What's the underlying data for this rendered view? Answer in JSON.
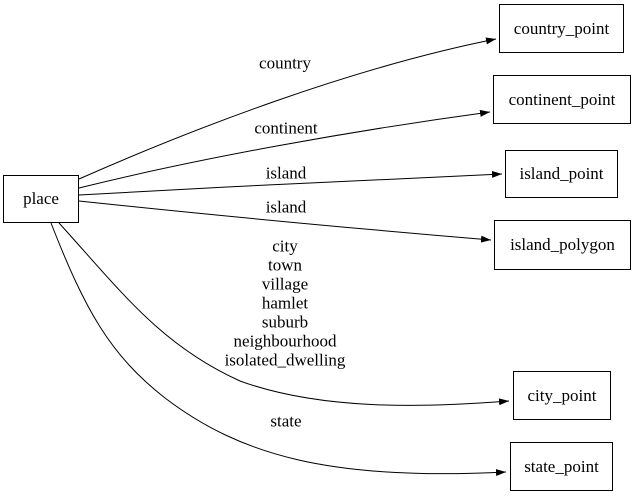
{
  "diagram": {
    "background_color": "#ffffff",
    "line_color": "#000000",
    "type": "directed-graph"
  },
  "nodes": [
    {
      "id": "place",
      "label": "place"
    },
    {
      "id": "country_point",
      "label": "country_point"
    },
    {
      "id": "continent_point",
      "label": "continent_point"
    },
    {
      "id": "island_point",
      "label": "island_point"
    },
    {
      "id": "island_polygon",
      "label": "island_polygon"
    },
    {
      "id": "city_point",
      "label": "city_point"
    },
    {
      "id": "state_point",
      "label": "state_point"
    }
  ],
  "edges": [
    {
      "from": "place",
      "to": "country_point",
      "label": "country"
    },
    {
      "from": "place",
      "to": "continent_point",
      "label": "continent"
    },
    {
      "from": "place",
      "to": "island_point",
      "label": "island"
    },
    {
      "from": "place",
      "to": "island_polygon",
      "label": "island"
    },
    {
      "from": "place",
      "to": "city_point",
      "label_lines": [
        "city",
        "town",
        "village",
        "hamlet",
        "suburb",
        "neighbourhood",
        "isolated_dwelling"
      ]
    },
    {
      "from": "place",
      "to": "state_point",
      "label": "state"
    }
  ]
}
